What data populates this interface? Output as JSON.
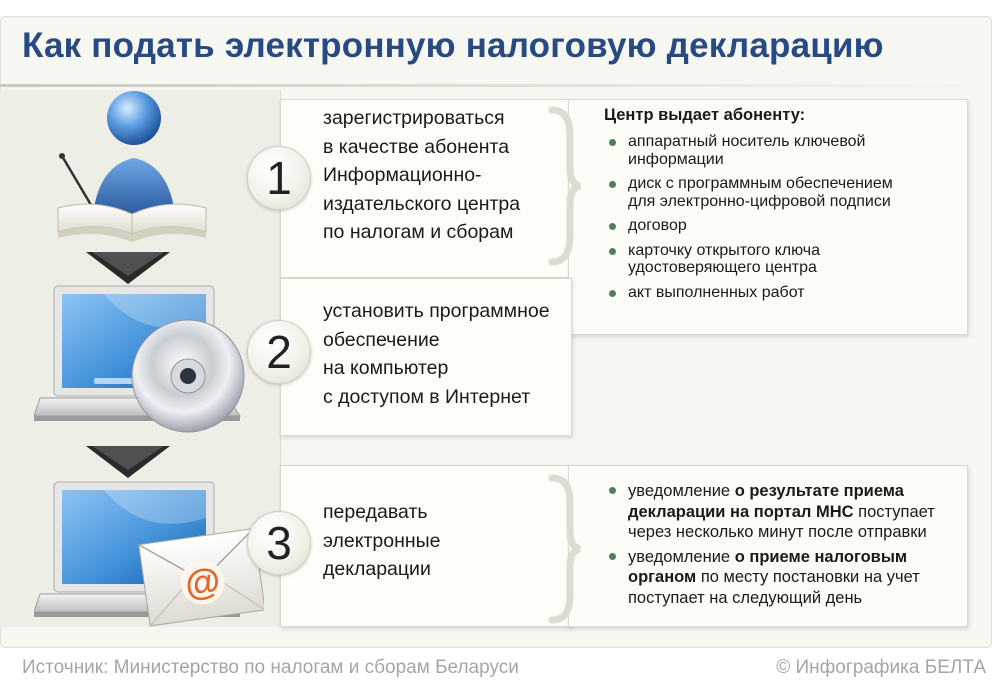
{
  "title": "Как подать электронную налоговую декларацию",
  "steps": [
    {
      "number": "1",
      "text": "зарегистрироваться\nв качестве абонента\nИнформационно-\nиздательского центра\nпо налогам и сборам",
      "icon": "person-reading-book-icon"
    },
    {
      "number": "2",
      "text": "установить программное\nобеспечение\nна компьютер\nс доступом в Интернет",
      "icon": "laptop-with-disc-icon"
    },
    {
      "number": "3",
      "text": "передавать\nэлектронные\nдекларации",
      "icon": "laptop-with-email-icon"
    }
  ],
  "center_issues": {
    "heading": "Центр выдает абоненту:",
    "items": [
      "аппаратный носитель ключевой\nинформации",
      "диск с программным обеспечением\nдля электронно-цифровой подписи",
      "договор",
      "карточку открытого ключа\nудостоверяющего центра",
      "акт выполненных работ"
    ]
  },
  "notifications": {
    "items": [
      {
        "pre": "уведомление ",
        "bold": "о результате приема\nдекларации на портал МНС",
        "post": " поступает\nчерез несколько минут после отправки"
      },
      {
        "pre": "уведомление ",
        "bold": "о приеме налоговым\nорганом",
        "post": " по месту постановки на учет\nпоступает на следующий день"
      }
    ]
  },
  "footer": {
    "source": "Источник: Министерство по налогам и сборам Беларуси",
    "credit": "© Инфографика БЕЛТА"
  },
  "colors": {
    "title": "#274a82",
    "bullet": "#4f7f5a",
    "screen": "#3f8fd8",
    "envelope_at": "#e0682a"
  }
}
